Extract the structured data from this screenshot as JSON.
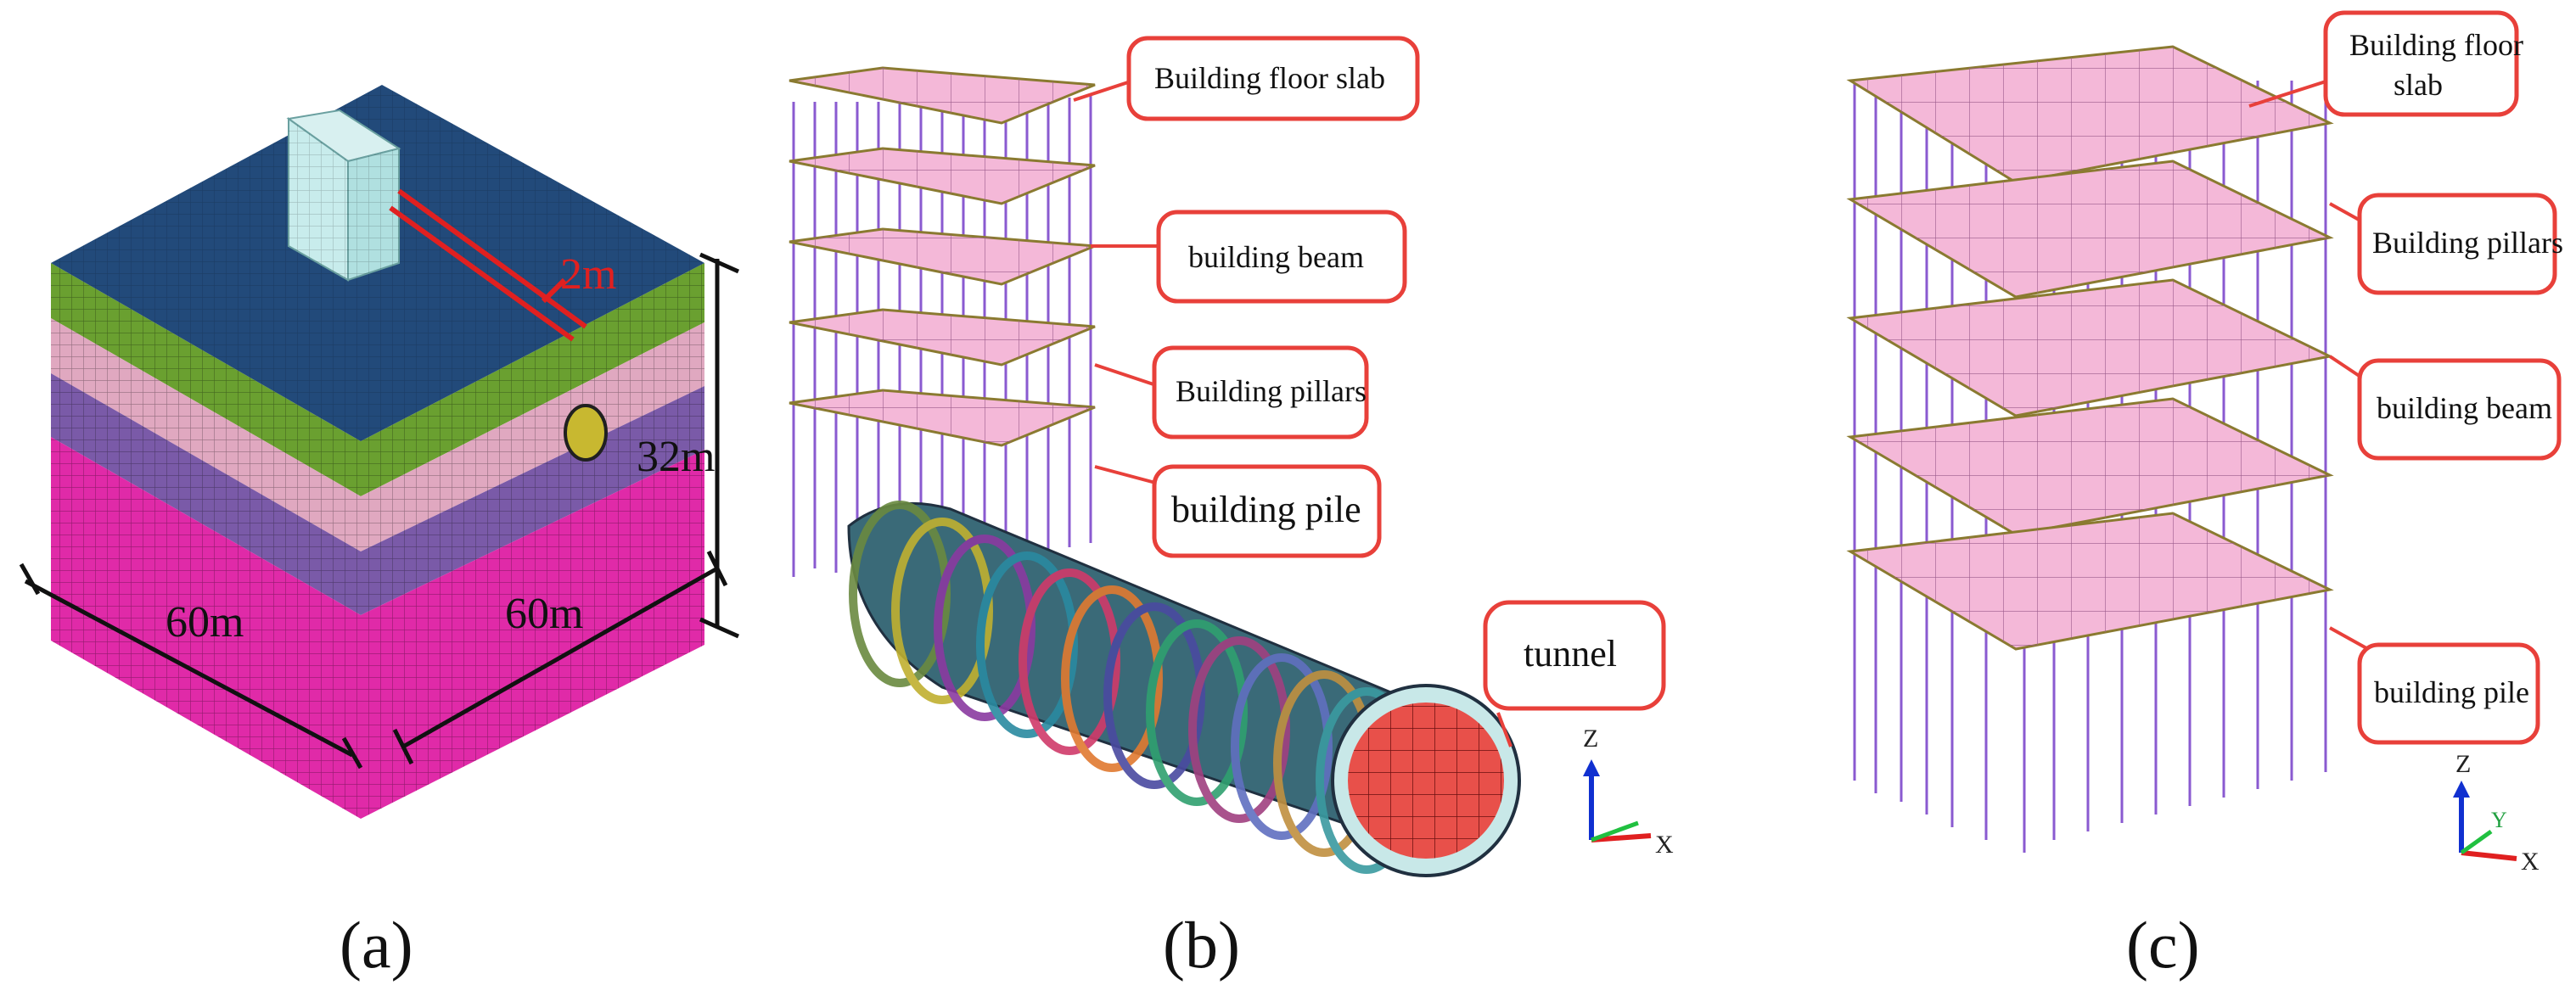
{
  "colors": {
    "soil_top": "#224a7a",
    "soil_green": "#6aa030",
    "soil_pink_light": "#e0a8c0",
    "soil_purple": "#7a5aa8",
    "soil_magenta": "#e02aa8",
    "slab_fill": "#f4b8d8",
    "slab_edge": "#8a7a30",
    "pillar": "#8a5ad0",
    "callout_stroke": "#e8403a",
    "tunnel_face": "#e8504a",
    "dim_red": "#e02020",
    "axis_z": "#1030d0",
    "axis_x": "#e02020",
    "axis_y": "#20c040"
  },
  "panel_a": {
    "label": "(a)",
    "dim_offset": "2m",
    "dim_height": "32m",
    "dim_width_left": "60m",
    "dim_width_right": "60m"
  },
  "panel_b": {
    "label": "(b)",
    "callouts": {
      "floor_slab": "Building floor slab",
      "beam": "building beam",
      "pillars": "Building pillars",
      "pile": "building pile",
      "tunnel": "tunnel"
    },
    "axes": {
      "z": "Z",
      "x": "X"
    }
  },
  "panel_c": {
    "label": "(c)",
    "callouts": {
      "floor_slab_line1": "Building floor",
      "floor_slab_line2": "slab",
      "pillars": "Building pillars",
      "beam": "building beam",
      "pile": "building pile"
    },
    "axes": {
      "z": "Z",
      "y": "Y",
      "x": "X"
    }
  }
}
